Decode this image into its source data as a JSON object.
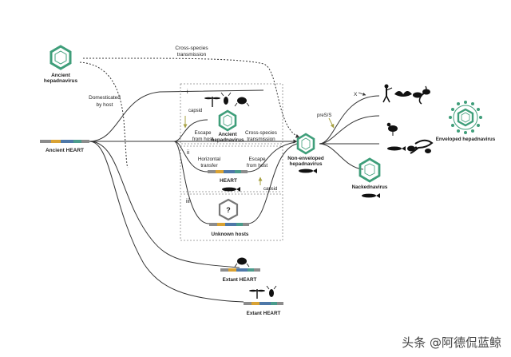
{
  "labels": {
    "ancient_hepadnavirus_1": "Ancient",
    "ancient_hepadnavirus_2": "hepadnavirus",
    "cross_species_1": "Cross-species",
    "cross_species_2": "transmission",
    "domesticated_1": "Domesticated",
    "domesticated_2": "by host",
    "ancient_heart": "Ancient HEART",
    "panel_i": "i",
    "panel_ii": "ii",
    "panel_iii": "iii",
    "capsid_top": "capsid",
    "capsid_bottom": "capsid",
    "escape_host_1": "Escape",
    "escape_host_2": "from host",
    "anc_hep_inner_1": "Ancient",
    "anc_hep_inner_2": "hepadnavirus",
    "cs_inner_1": "Cross-species",
    "cs_inner_2": "transmission",
    "horizontal_1": "Horizontal",
    "horizontal_2": "transfer",
    "escape_host2_1": "Escape",
    "escape_host2_2": "from host",
    "heart_inner": "HEART",
    "question": "?",
    "unknown_hosts": "Unknown hosts",
    "nonenv_1": "Non-enveloped",
    "nonenv_2": "hepadnavirus",
    "pres": "preS/S",
    "x_mark": "X",
    "enveloped": "Enveloped hepadnavirus",
    "nackednavirus": "Nackednavirus",
    "extant_heart_1": "Extant HEART",
    "extant_heart_2": "Extant HEART"
  },
  "colors": {
    "virus_green": "#3f9e7a",
    "line": "#333333",
    "heart_gray": "#8c8c8c",
    "heart_orange": "#d9a233",
    "heart_blue": "#4e78a8",
    "heart_teal": "#4a9c8c",
    "capsid_arrow": "#a7a040"
  },
  "watermark": "头条 @阿德侃蓝鲸"
}
